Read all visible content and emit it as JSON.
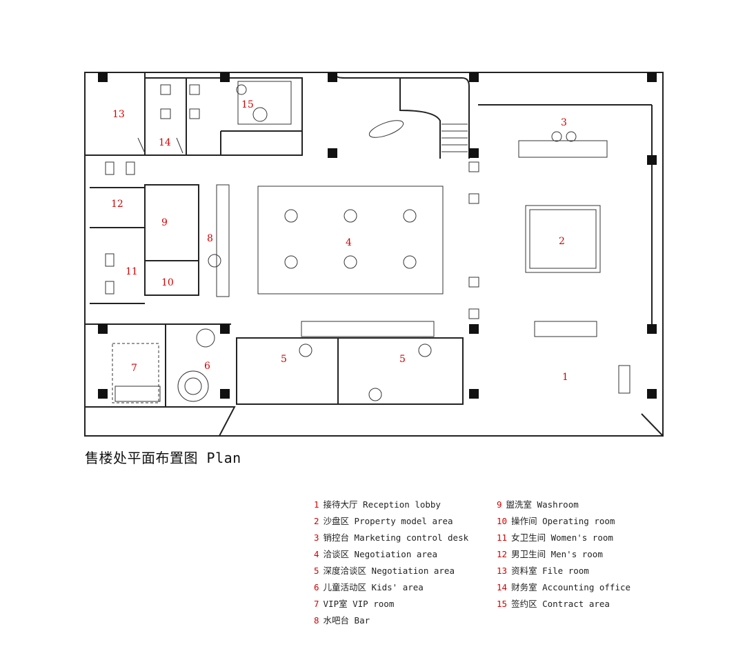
{
  "caption": "售楼处平面布置图 Plan",
  "room_labels": [
    "1",
    "2",
    "3",
    "4",
    "5",
    "5",
    "6",
    "7",
    "8",
    "9",
    "10",
    "11",
    "12",
    "13",
    "14",
    "15"
  ],
  "legend": {
    "left": [
      {
        "num": "1",
        "text": "接待大厅 Reception lobby"
      },
      {
        "num": "2",
        "text": "沙盘区 Property model area"
      },
      {
        "num": "3",
        "text": "销控台 Marketing control desk"
      },
      {
        "num": "4",
        "text": "洽谈区 Negotiation area"
      },
      {
        "num": "5",
        "text": "深度洽谈区 Negotiation area"
      },
      {
        "num": "6",
        "text": "儿童活动区 Kids' area"
      },
      {
        "num": "7",
        "text": "VIP室 VIP room"
      },
      {
        "num": "8",
        "text": "水吧台 Bar"
      }
    ],
    "right": [
      {
        "num": "9",
        "text": "盥洗室 Washroom"
      },
      {
        "num": "10",
        "text": "操作间 Operating room"
      },
      {
        "num": "11",
        "text": "女卫生间 Women's room"
      },
      {
        "num": "12",
        "text": "男卫生间 Men's room"
      },
      {
        "num": "13",
        "text": "资料室 File room"
      },
      {
        "num": "14",
        "text": "财务室 Accounting office"
      },
      {
        "num": "15",
        "text": "签约区 Contract area"
      }
    ]
  },
  "colors": {
    "label_red": "#d40000",
    "wall": "#222222"
  }
}
